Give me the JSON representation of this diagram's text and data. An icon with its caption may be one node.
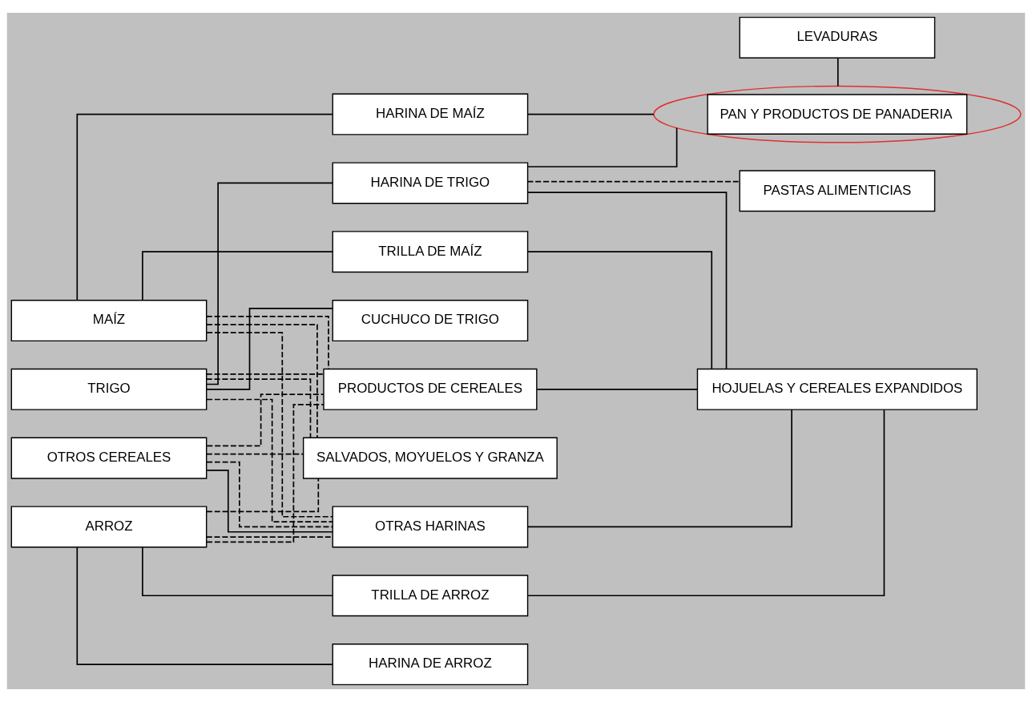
{
  "diagram": {
    "nodes": [
      {
        "text": [
          "TRIGO"
        ]
      },
      {
        "text": [
          "MAÍZ"
        ]
      },
      {
        "text": [
          "ARROZ"
        ]
      },
      {
        "text": [
          "OTROS CEREALES"
        ]
      },
      {
        "text": [
          "HARINA DE TRIGO"
        ]
      },
      {
        "text": [
          "CUCHUCO DE TRIGO"
        ]
      },
      {
        "text": [
          "TRILLA DE MAÍZ"
        ]
      },
      {
        "text": [
          "HARINA DE MAÍZ"
        ]
      },
      {
        "text": [
          "TRILLA DE ARROZ"
        ]
      },
      {
        "text": [
          "HARINA DE ARROZ"
        ]
      },
      {
        "text": [
          "OTRAS HARINAS"
        ]
      },
      {
        "text": [
          "PRODUCTOS DE CEREALES"
        ]
      },
      {
        "text": [
          "SALVADOS, MOYUELOS Y GRANZA"
        ]
      },
      {
        "text": [
          "LEVADURAS"
        ]
      },
      {
        "text": [
          "PAN Y PRODUCTOS DE PANADERIA"
        ]
      },
      {
        "text": [
          "PASTAS ALIMENTICIAS"
        ]
      },
      {
        "text": [
          "HOJUELAS Y CEREALES EXPANDIDOS"
        ]
      }
    ],
    "edges": [
      {
        "from": 0,
        "to": 4,
        "arrow": "none"
      },
      {
        "from": 0,
        "to": 5,
        "arrow": "none"
      },
      {
        "from": 1,
        "to": 6,
        "arrow": "none"
      },
      {
        "from": 1,
        "to": 7,
        "arrow": "none"
      },
      {
        "from": 2,
        "to": 8,
        "arrow": "none"
      },
      {
        "from": 2,
        "to": 9,
        "arrow": "none"
      },
      {
        "from": 3,
        "to": 10,
        "arrow": "none"
      },
      {
        "from": 0,
        "to": 10,
        "arrow": "none",
        "style": "dashed"
      },
      {
        "from": 1,
        "to": 10,
        "arrow": "none",
        "style": "dashed"
      },
      {
        "from": 2,
        "to": 10,
        "arrow": "none",
        "style": "dashed"
      },
      {
        "from": 3,
        "to": 10,
        "arrow": "none",
        "style": "dashed"
      },
      {
        "from": 0,
        "to": 11,
        "arrow": "none",
        "style": "dashed"
      },
      {
        "from": 1,
        "to": 11,
        "arrow": "none",
        "style": "dashed"
      },
      {
        "from": 2,
        "to": 11,
        "arrow": "none",
        "style": "dashed"
      },
      {
        "from": 3,
        "to": 11,
        "arrow": "none",
        "style": "dashed"
      },
      {
        "from": 0,
        "to": 12,
        "arrow": "none",
        "style": "dashed"
      },
      {
        "from": 1,
        "to": 12,
        "arrow": "none",
        "style": "dashed"
      },
      {
        "from": 2,
        "to": 12,
        "arrow": "none",
        "style": "dashed"
      },
      {
        "from": 3,
        "to": 12,
        "arrow": "none",
        "style": "dashed"
      },
      {
        "from": 4,
        "to": 14,
        "arrow": "none"
      },
      {
        "from": 7,
        "to": 14,
        "arrow": "none"
      },
      {
        "from": 13,
        "to": 14,
        "arrow": "none"
      },
      {
        "from": 4,
        "to": 15,
        "arrow": "none",
        "style": "dashed"
      },
      {
        "from": 4,
        "to": 16,
        "arrow": "none"
      },
      {
        "from": 6,
        "to": 16,
        "arrow": "none"
      },
      {
        "from": 8,
        "to": 16,
        "arrow": "none"
      },
      {
        "from": 10,
        "to": 16,
        "arrow": "none"
      },
      {
        "from": 11,
        "to": 16,
        "arrow": "none"
      }
    ]
  }
}
